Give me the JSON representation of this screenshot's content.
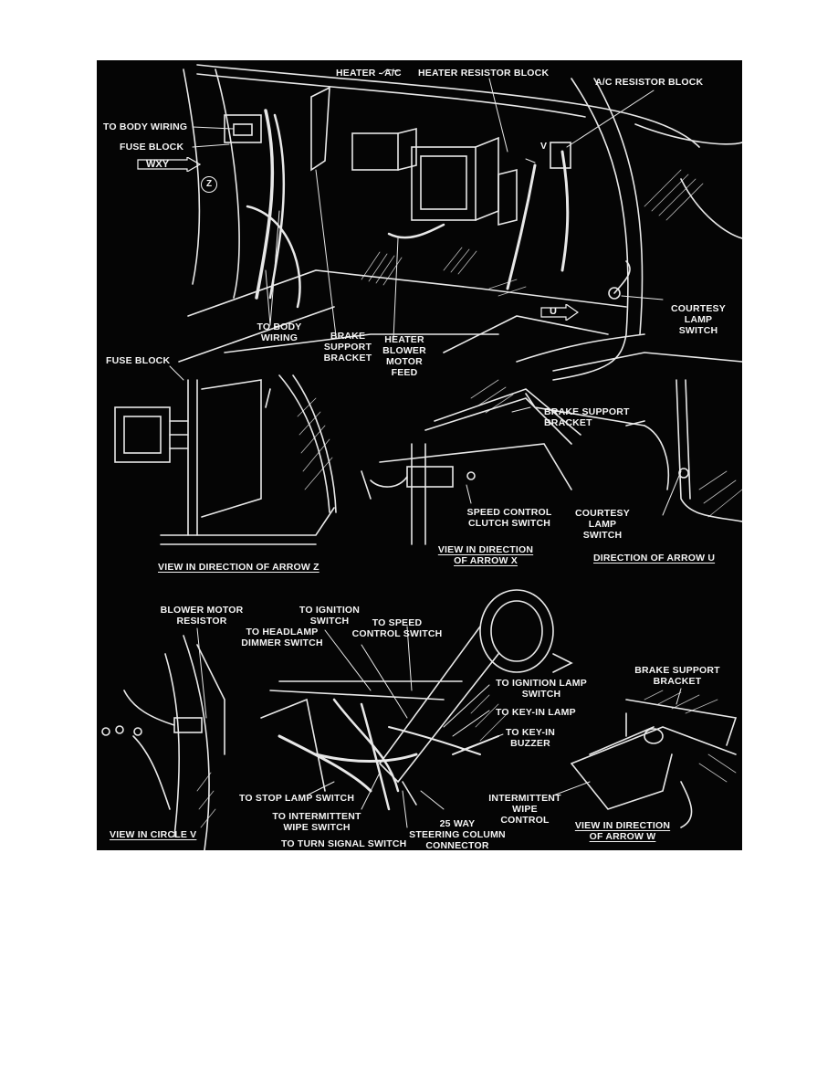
{
  "figure": {
    "top_panel": {
      "labels": {
        "heater_ac": "HEATER - A/C",
        "heater_resistor_block": "HEATER RESISTOR BLOCK",
        "ac_resistor_block": "A/C RESISTOR BLOCK",
        "to_body_wiring_top": "TO BODY WIRING",
        "fuse_block": "FUSE BLOCK",
        "view_arrows": "WXY",
        "arrow_z": "Z",
        "marker_v": "V",
        "arrow_u": "U",
        "courtesy_lamp_switch": "COURTESY\nLAMP\nSWITCH",
        "to_body_wiring_bottom": "TO BODY\nWIRING",
        "brake_support_bracket": "BRAKE\nSUPPORT\nBRACKET",
        "heater_blower_motor_feed": "HEATER\nBLOWER\nMOTOR\nFEED"
      }
    },
    "view_z": {
      "fuse_block": "FUSE BLOCK",
      "caption": "VIEW IN DIRECTION OF ARROW Z"
    },
    "view_x": {
      "brake_support_bracket": "BRAKE SUPPORT\nBRACKET",
      "speed_control_clutch_switch": "SPEED CONTROL\nCLUTCH SWITCH",
      "caption": "VIEW IN DIRECTION\nOF ARROW X"
    },
    "view_u": {
      "courtesy_lamp_switch": "COURTESY\nLAMP\nSWITCH",
      "caption": "DIRECTION OF ARROW U"
    },
    "view_v": {
      "blower_motor_resistor": "BLOWER MOTOR\nRESISTOR",
      "caption": "VIEW IN CIRCLE V"
    },
    "steering_column": {
      "to_ignition_switch": "TO IGNITION\nSWITCH",
      "to_speed_control_switch": "TO SPEED\nCONTROL SWITCH",
      "to_headlamp_dimmer_switch": "TO HEADLAMP\nDIMMER SWITCH",
      "to_ignition_lamp_switch": "TO IGNITION LAMP\nSWITCH",
      "to_key_in_lamp": "TO KEY-IN LAMP",
      "to_key_in_buzzer": "TO KEY-IN\nBUZZER",
      "to_stop_lamp_switch": "TO STOP LAMP SWITCH",
      "to_intermittent_wipe_switch": "TO INTERMITTENT\nWIPE SWITCH",
      "to_turn_signal_switch": "TO TURN SIGNAL SWITCH",
      "steering_column_connector": "25 WAY\nSTEERING COLUMN\nCONNECTOR"
    },
    "view_w": {
      "brake_support_bracket": "BRAKE SUPPORT\nBRACKET",
      "intermittent_wipe_control": "INTERMITTENT\nWIPE\nCONTROL",
      "caption": "VIEW IN DIRECTION\nOF ARROW W"
    }
  }
}
